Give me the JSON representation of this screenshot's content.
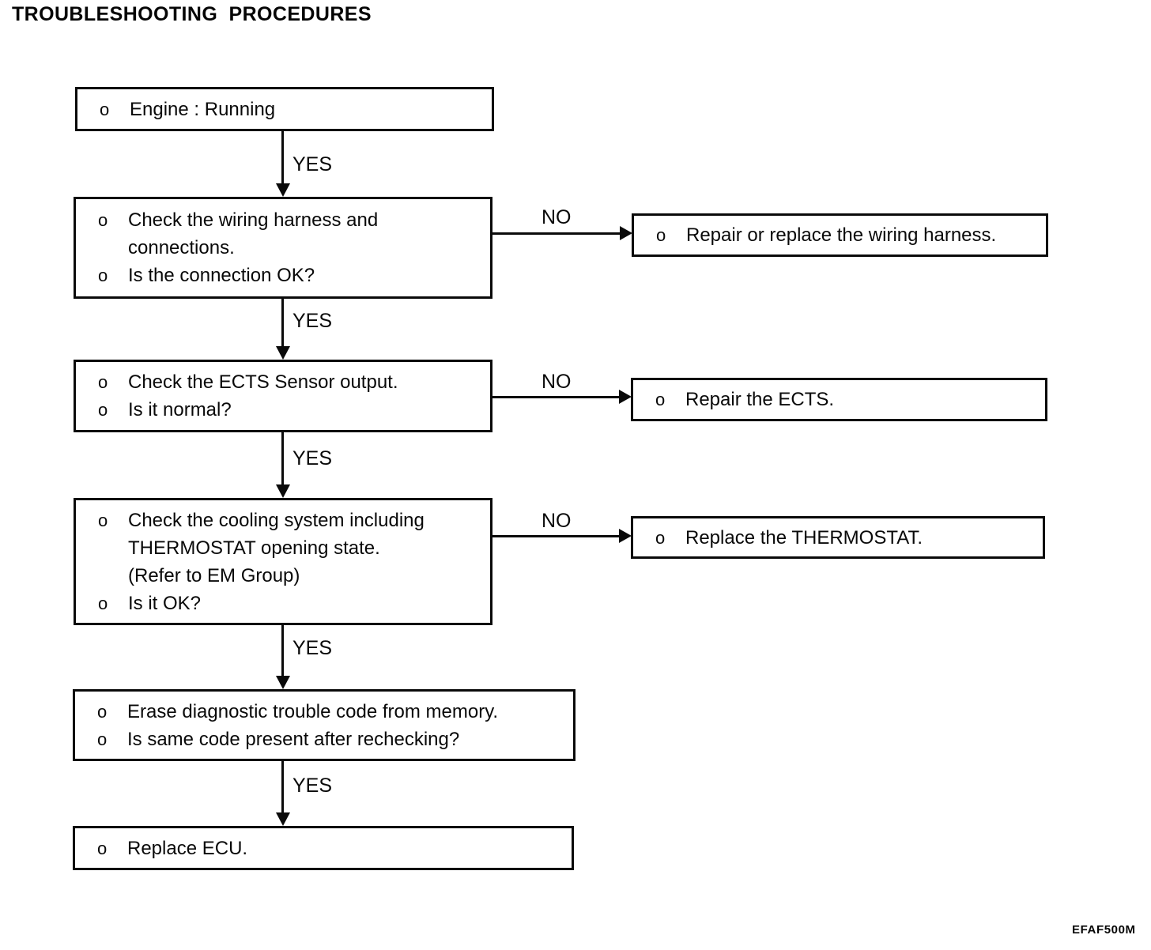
{
  "title": "TROUBLESHOOTING PROCEDURES",
  "figure_code": "EFAF500M",
  "labels": {
    "yes": "YES",
    "no": "NO"
  },
  "boxes": {
    "engine": {
      "lines": [
        {
          "bullet": "o",
          "text": "Engine : Running"
        }
      ]
    },
    "wiring": {
      "lines": [
        {
          "bullet": "o",
          "text": "Check the wiring harness and"
        },
        {
          "bullet": "",
          "text": "connections."
        },
        {
          "bullet": "o",
          "text": "Is the connection OK?"
        }
      ]
    },
    "ects": {
      "lines": [
        {
          "bullet": "o",
          "text": "Check the ECTS Sensor output."
        },
        {
          "bullet": "o",
          "text": "Is it normal?"
        }
      ]
    },
    "cooling": {
      "lines": [
        {
          "bullet": "o",
          "text": "Check the cooling system including"
        },
        {
          "bullet": "",
          "text": "THERMOSTAT opening state."
        },
        {
          "bullet": "",
          "text": "(Refer to EM Group)"
        },
        {
          "bullet": "o",
          "text": "Is it OK?"
        }
      ]
    },
    "erase": {
      "lines": [
        {
          "bullet": "o",
          "text": "Erase diagnostic trouble code from memory."
        },
        {
          "bullet": "o",
          "text": "Is same code present after rechecking?"
        }
      ]
    },
    "ecu": {
      "lines": [
        {
          "bullet": "o",
          "text": "Replace ECU."
        }
      ]
    },
    "repair_wiring": {
      "lines": [
        {
          "bullet": "o",
          "text": "Repair or replace the wiring harness."
        }
      ]
    },
    "repair_ects": {
      "lines": [
        {
          "bullet": "o",
          "text": "Repair the ECTS."
        }
      ]
    },
    "replace_thermostat": {
      "lines": [
        {
          "bullet": "o",
          "text": "Replace the THERMOSTAT."
        }
      ]
    }
  }
}
